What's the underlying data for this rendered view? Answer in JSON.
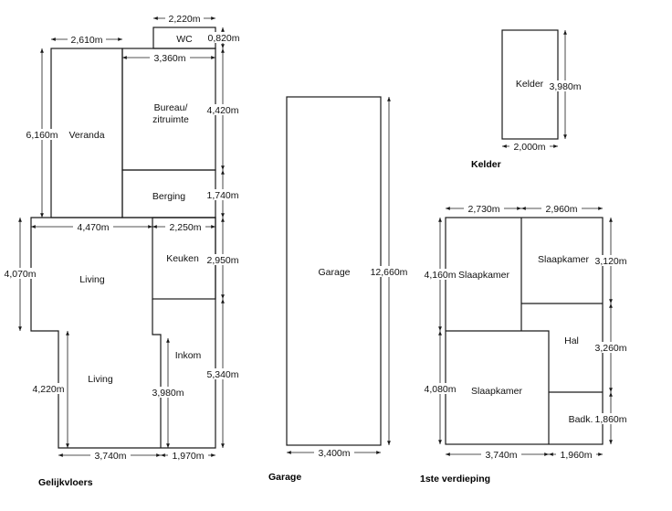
{
  "titles": {
    "ground": "Gelijkvloers",
    "garage": "Garage",
    "cellar": "Kelder",
    "first": "1ste verdieping"
  },
  "rooms": {
    "wc": "WC",
    "veranda": "Veranda",
    "bureau_1": "Bureau/",
    "bureau_2": "zitruimte",
    "berging": "Berging",
    "keuken": "Keuken",
    "living_top": "Living",
    "living_bottom": "Living",
    "inkom": "Inkom",
    "garage": "Garage",
    "kelder": "Kelder",
    "slaapkamer_1": "Slaapkamer",
    "slaapkamer_2": "Slaapkamer",
    "slaapkamer_3": "Slaapkamer",
    "hal": "Hal",
    "badk": "Badk."
  },
  "dims": {
    "wc_width": "2,220m",
    "wc_height": "0,820m",
    "veranda_width": "2,610m",
    "bureau_width": "3,360m",
    "veranda_height": "6,160m",
    "bureau_height": "4,420m",
    "berging_height": "1,740m",
    "living_width": "4,470m",
    "keuken_width": "2,250m",
    "living_height": "4,070m",
    "keuken_height": "2,950m",
    "living2_height": "4,220m",
    "inkom_height": "3,980m",
    "inkom_right_height": "5,340m",
    "bottom_width_1": "3,740m",
    "bottom_width_2": "1,970m",
    "garage_height": "12,660m",
    "garage_width": "3,400m",
    "kelder_height": "3,980m",
    "kelder_width": "2,000m",
    "f_width_1": "2,730m",
    "f_width_2": "2,960m",
    "f_left_h1": "4,160m",
    "f_right_h1": "3,120m",
    "f_right_h2": "3,260m",
    "f_left_h2": "4,080m",
    "f_right_h3": "1,860m",
    "f_bottom_1": "3,740m",
    "f_bottom_2": "1,960m"
  }
}
